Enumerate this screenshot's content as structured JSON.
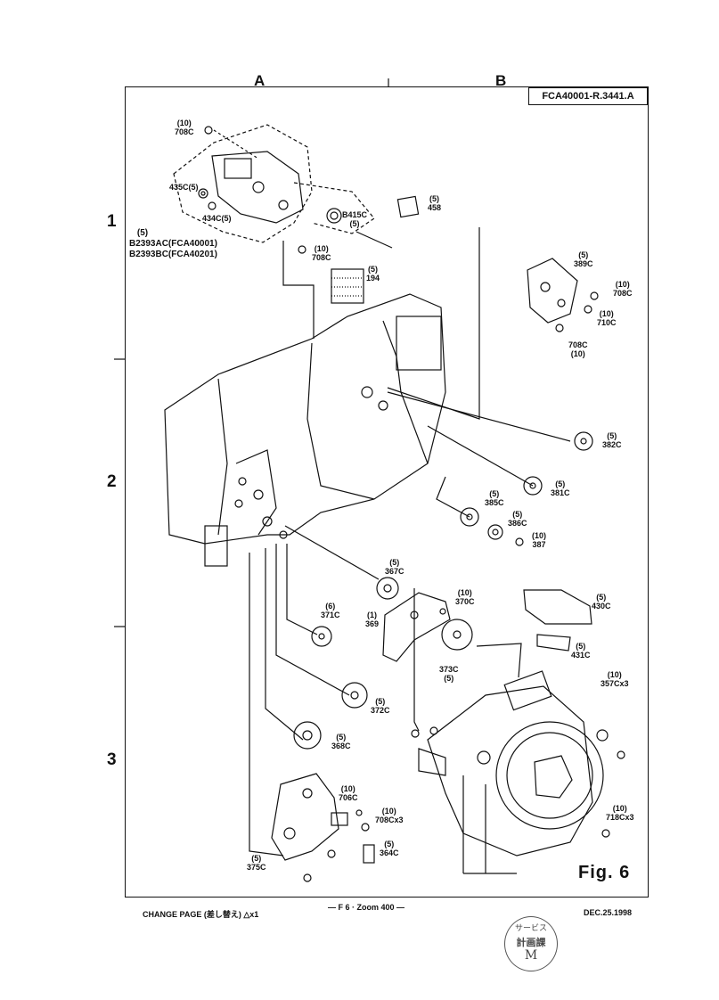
{
  "header": {
    "column_labels": [
      "A",
      "B"
    ],
    "row_labels": [
      "1",
      "2",
      "3"
    ],
    "doc_id": "FCA40001-R.3441.A"
  },
  "callouts": [
    {
      "id": "708c_top",
      "lines": [
        "(10)",
        "708C"
      ]
    },
    {
      "id": "435c",
      "lines": [
        "435C(5)"
      ]
    },
    {
      "id": "434c",
      "lines": [
        "434C(5)"
      ]
    },
    {
      "id": "b415c",
      "lines": [
        "B415C",
        "(5)"
      ]
    },
    {
      "id": "458",
      "lines": [
        "(5)",
        "458"
      ]
    },
    {
      "id": "b2393",
      "lines": [
        "(5)",
        "B2393AC(FCA40001)",
        "B2393BC(FCA40201)"
      ]
    },
    {
      "id": "708c_mid",
      "lines": [
        "(10)",
        "708C"
      ]
    },
    {
      "id": "194",
      "lines": [
        "(5)",
        "194"
      ]
    },
    {
      "id": "389c",
      "lines": [
        "(5)",
        "389C"
      ]
    },
    {
      "id": "708c_right",
      "lines": [
        "(10)",
        "708C"
      ]
    },
    {
      "id": "710c",
      "lines": [
        "(10)",
        "710C"
      ]
    },
    {
      "id": "708c_right2",
      "lines": [
        "708C",
        "(10)"
      ]
    },
    {
      "id": "382c",
      "lines": [
        "(5)",
        "382C"
      ]
    },
    {
      "id": "381c",
      "lines": [
        "(5)",
        "381C"
      ]
    },
    {
      "id": "385c",
      "lines": [
        "(5)",
        "385C"
      ]
    },
    {
      "id": "386c",
      "lines": [
        "(5)",
        "386C"
      ]
    },
    {
      "id": "387",
      "lines": [
        "(10)",
        "387"
      ]
    },
    {
      "id": "367c",
      "lines": [
        "(5)",
        "367C"
      ]
    },
    {
      "id": "370c",
      "lines": [
        "(10)",
        "370C"
      ]
    },
    {
      "id": "430c",
      "lines": [
        "(5)",
        "430C"
      ]
    },
    {
      "id": "371c",
      "lines": [
        "(6)",
        "371C"
      ]
    },
    {
      "id": "369",
      "lines": [
        "(1)",
        "369"
      ]
    },
    {
      "id": "431c",
      "lines": [
        "(5)",
        "431C"
      ]
    },
    {
      "id": "373c",
      "lines": [
        "373C",
        "(5)"
      ]
    },
    {
      "id": "357c",
      "lines": [
        "(10)",
        "357Cx3"
      ]
    },
    {
      "id": "372c",
      "lines": [
        "(5)",
        "372C"
      ]
    },
    {
      "id": "368c",
      "lines": [
        "(5)",
        "368C"
      ]
    },
    {
      "id": "706c",
      "lines": [
        "(10)",
        "706C"
      ]
    },
    {
      "id": "708cx3",
      "lines": [
        "(10)",
        "708Cx3"
      ]
    },
    {
      "id": "718cx3",
      "lines": [
        "(10)",
        "718Cx3"
      ]
    },
    {
      "id": "364c",
      "lines": [
        "(5)",
        "364C"
      ]
    },
    {
      "id": "375c",
      "lines": [
        "(5)",
        "375C"
      ]
    }
  ],
  "figure_label": "Fig.  6",
  "footer": {
    "change_page": "CHANGE PAGE  (差し替え)  △x1",
    "page_ref": "— F 6 · Zoom 400 —",
    "date": "DEC.25.1998"
  },
  "stamp": {
    "lines": [
      "サービス",
      "計画課",
      "M"
    ]
  }
}
